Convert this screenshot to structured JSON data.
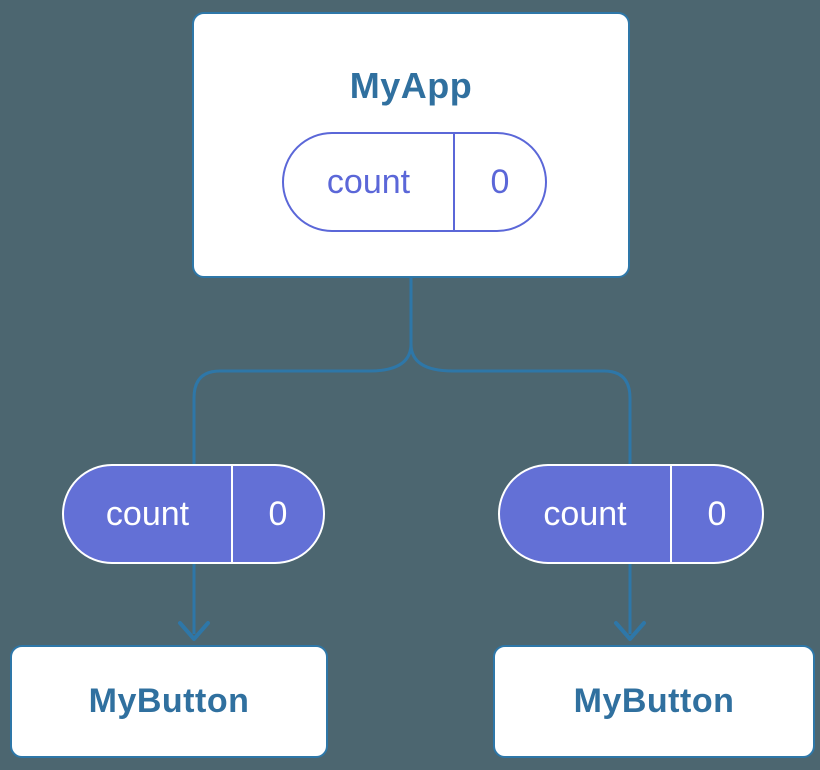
{
  "colors": {
    "background": "#4C6670",
    "stroke_blue": "#2E77A8",
    "card_bg": "#FFFFFF",
    "card_text": "#30709F",
    "pill_indigo": "#6370D6",
    "pill_ink": "#5B67D8",
    "pill_filled_text": "#FFFFFF"
  },
  "diagram": {
    "root": {
      "title": "MyApp",
      "state": {
        "label": "count",
        "value": "0"
      }
    },
    "children": [
      {
        "title": "MyButton",
        "state": {
          "label": "count",
          "value": "0"
        }
      },
      {
        "title": "MyButton",
        "state": {
          "label": "count",
          "value": "0"
        }
      }
    ]
  }
}
